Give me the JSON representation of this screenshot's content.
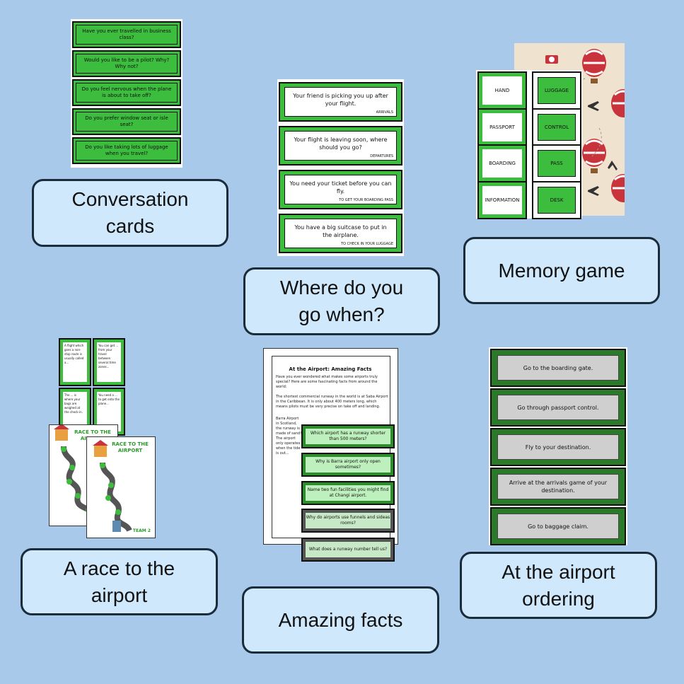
{
  "labels": {
    "conversation": "Conversation\ncards",
    "where": "Where do you\ngo when?",
    "memory": "Memory game",
    "race": "A race to the\nairport",
    "facts": "Amazing facts",
    "ordering": "At the airport\nordering"
  },
  "conversation_cards": [
    "Have you ever travelled in business class?",
    "Would you like to be a pilot? Why? Why not?",
    "Do you feel nervous when the plane is about to take off?",
    "Do you prefer window seat or isle seat?",
    "Do you like taking lots of luggage when you travel?"
  ],
  "where_cards": [
    {
      "q": "Your friend is picking you up after your flight.",
      "a": "ARRIVALS"
    },
    {
      "q": "Your flight is leaving soon, where should you go?",
      "a": "DEPARTURES"
    },
    {
      "q": "You need your ticket before you can fly.",
      "a": "TO GET YOUR BOARDING PASS"
    },
    {
      "q": "You have a big suitcase to put in the airplane.",
      "a": "TO CHECK IN YOUR LUGGAGE"
    }
  ],
  "memory": {
    "left": [
      "HAND",
      "PASSPORT",
      "BOARDING",
      "INFORMATION"
    ],
    "right": [
      "LUGGAGE",
      "CONTROL",
      "PASS",
      "DESK"
    ]
  },
  "race": {
    "small_cards": [
      "A flight which goes a non-stop route is usually called a...",
      "You can get ... from your travel between several time zones...",
      "The ... is where your bags are weighed at the check-in.",
      "You need a ... to get onto the plane..."
    ],
    "board_title": "RACE TO THE AIRPORT",
    "team": "TEAM 2"
  },
  "facts": {
    "doc_title": "At the Airport: Amazing Facts",
    "doc_intro": "Have you ever wondered what makes some airports truly special? Here are some fascinating facts from around the world:",
    "doc_para1": "The shortest commercial runway in the world is at Saba Airport in the Caribbean. It is only about 400 meters long, which means pilots must be very precise on take off and landing.",
    "doc_para2": "Barra Airport in Scotland, the runway is made of sand! The airport only operates when the tide is out...",
    "questions": [
      "Which airport has a runway shorter than 500 meters?",
      "Why is Barra airport only open sometimes?",
      "Name two fun facilities you might find at Changi airport.",
      "Why do airports use funnels and sideas rooms?",
      "What does a runway number tell us?"
    ]
  },
  "ordering": [
    "Go to the boarding gate.",
    "Go through passport control.",
    "Fly to your destination.",
    "Arrive at the arrivals game of your destination.",
    "Go to baggage claim."
  ],
  "colors": {
    "background": "#a8c9ea",
    "label_fill": "#cfe8fb",
    "card_green": "#3dbd3d",
    "dark_green": "#2a7a2a"
  }
}
